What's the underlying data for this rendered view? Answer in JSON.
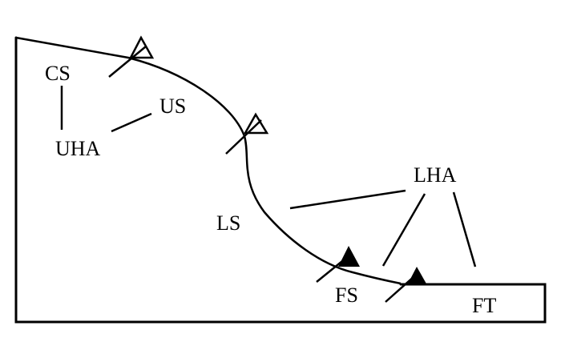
{
  "labels": {
    "cs": "CS",
    "us": "US",
    "uha": "UHA",
    "ls": "LS",
    "lha": "LHA",
    "fs": "FS",
    "ft": "FT"
  },
  "colors": {
    "ink": "#000000",
    "background": "#ffffff"
  },
  "icons": {
    "open_marker": "hollow-triangle-icon",
    "filled_marker": "filled-triangle-icon"
  }
}
